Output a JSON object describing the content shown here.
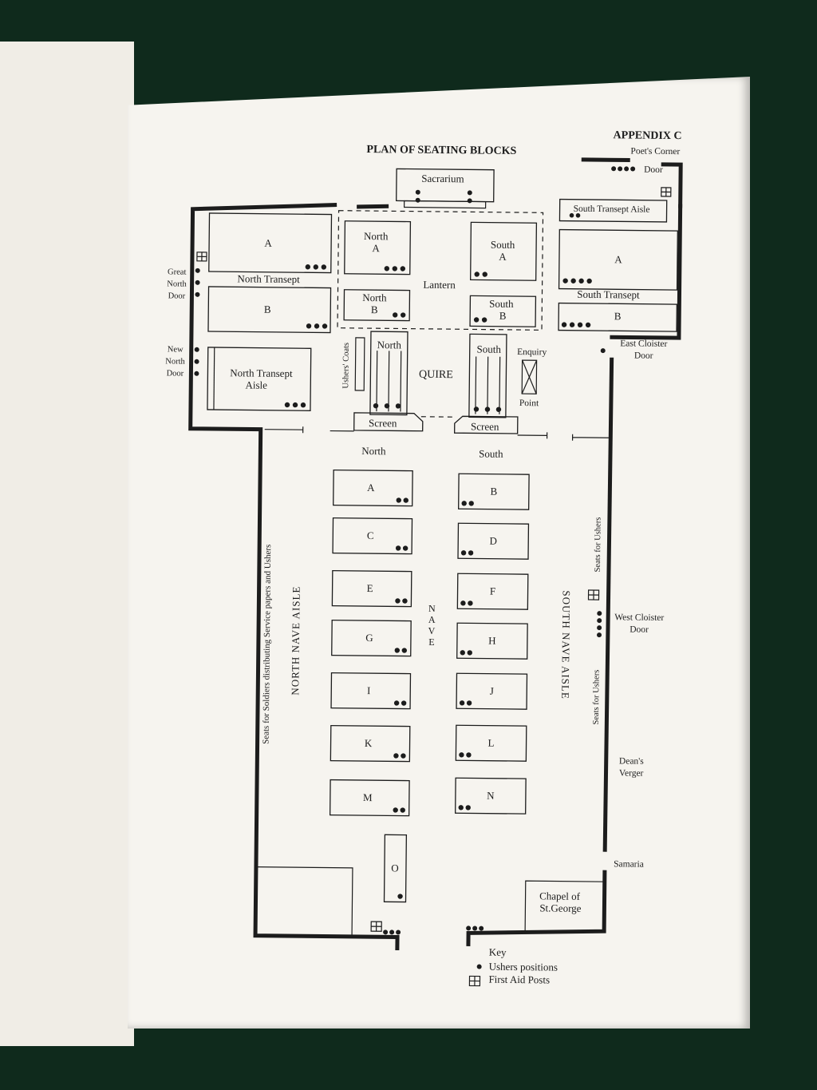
{
  "header": {
    "appendix": "APPENDIX C",
    "title": "PLAN OF SEATING BLOCKS"
  },
  "labels": {
    "poets_corner": "Poet's Corner",
    "door": "Door",
    "sacrarium": "Sacrarium",
    "south_transept_aisle": "South Transept Aisle",
    "south_transept": "South Transept",
    "north_transept": "North Transept",
    "north_transept_aisle_1": "North Transept",
    "north_transept_aisle_2": "Aisle",
    "great_north_door_1": "Great",
    "great_north_door_2": "North",
    "great_north_door_3": "Door",
    "new_north_door_1": "New",
    "new_north_door_2": "North",
    "new_north_door_3": "Door",
    "east_cloister_door_1": "East Cloister",
    "east_cloister_door_2": "Door",
    "west_cloister_door_1": "West Cloister",
    "west_cloister_door_2": "Door",
    "lantern": "Lantern",
    "quire": "QUIRE",
    "ushers_coats": "Ushers' Coats",
    "enquiry": "Enquiry",
    "point": "Point",
    "screen": "Screen",
    "north": "North",
    "south": "South",
    "north_a_1": "North",
    "north_a_2": "A",
    "north_b_1": "North",
    "north_b_2": "B",
    "south_a_1": "South",
    "south_a_2": "A",
    "south_b_1": "South",
    "south_b_2": "B",
    "transept_a": "A",
    "transept_b": "B",
    "nave": "NAVE",
    "north_nave_aisle": "NORTH NAVE AISLE",
    "south_nave_aisle": "SOUTH NAVE AISLE",
    "seats_for_soldiers": "Seats for Soldiers distributing Service papers and Ushers",
    "seats_for_ushers": "Seats for Ushers",
    "deans_verger_1": "Dean's",
    "deans_verger_2": "Verger",
    "samaria": "Samaria",
    "chapel_1": "Chapel of",
    "chapel_2": "St.George"
  },
  "nave_blocks_north": [
    "A",
    "C",
    "E",
    "G",
    "I",
    "K",
    "M"
  ],
  "nave_blocks_south": [
    "B",
    "D",
    "F",
    "H",
    "J",
    "L",
    "N"
  ],
  "nave_block_o": "O",
  "key": {
    "title": "Key",
    "ushers": "Ushers positions",
    "first_aid": "First Aid Posts"
  }
}
